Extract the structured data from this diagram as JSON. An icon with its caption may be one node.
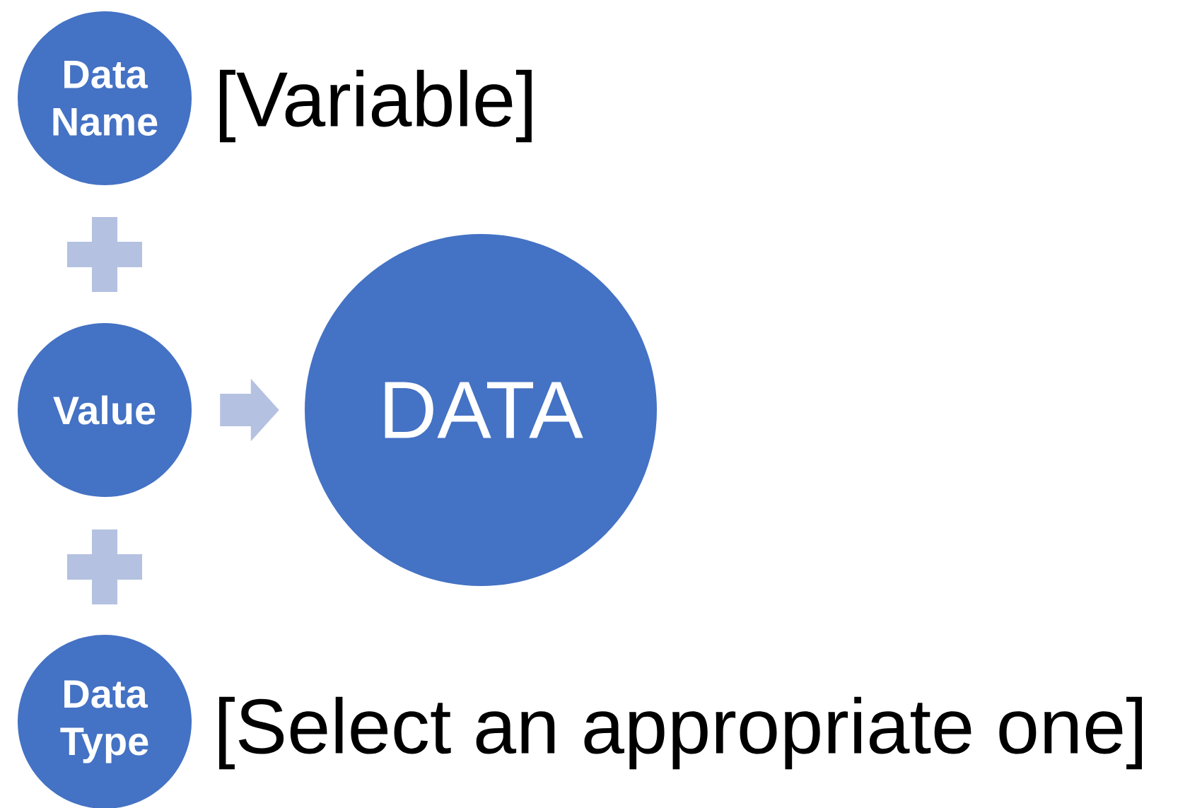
{
  "diagram": {
    "nodes": [
      {
        "text": [
          "Data Name"
        ],
        "beside": [
          "[Variable]"
        ]
      },
      {
        "text": [
          "Value"
        ]
      },
      {
        "text": [
          "DATA"
        ]
      },
      {
        "text": [
          "Data Type"
        ],
        "beside": [
          "[Select an appropriate one]"
        ]
      }
    ],
    "edges": [
      {
        "from": 1,
        "to": 2,
        "arrow": "to"
      }
    ]
  }
}
